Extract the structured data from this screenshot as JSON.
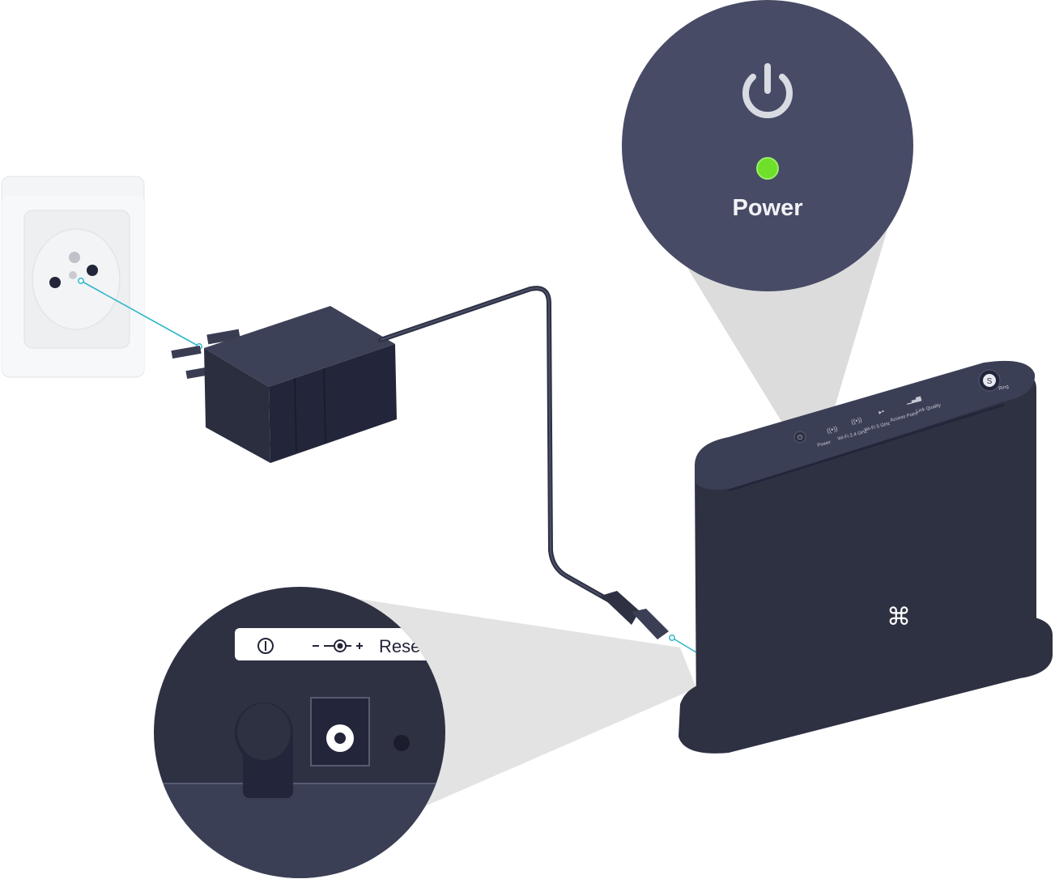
{
  "callout_top": {
    "led_label": "Power",
    "led_color": "#6ee02a",
    "icon": "power-icon"
  },
  "callout_bottom": {
    "port_label_reset": "Rese",
    "icons": [
      "power-switch-icon",
      "dc-jack-polarity-icon"
    ]
  },
  "router": {
    "leds": [
      {
        "label": "Power",
        "icon": "power-icon"
      },
      {
        "label": "Wi-Fi 2.4 GHz",
        "icon": "wifi-2-4-icon",
        "tag": "2.4"
      },
      {
        "label": "Wi-Fi 5 GHz",
        "icon": "wifi-5-icon",
        "tag": "5"
      },
      {
        "label": "Access Point",
        "icon": "access-point-icon"
      },
      {
        "label": "Link Quality",
        "icon": "signal-bars-icon"
      }
    ],
    "wps_button_label": "Ring",
    "logo_icon": "cmd-logo-icon"
  },
  "colors": {
    "device": "#2e3142",
    "device_top": "#3b3f55",
    "callout": "#474b66",
    "cable_hint": "#2fb7c9",
    "cone": "#e2e2e2"
  }
}
